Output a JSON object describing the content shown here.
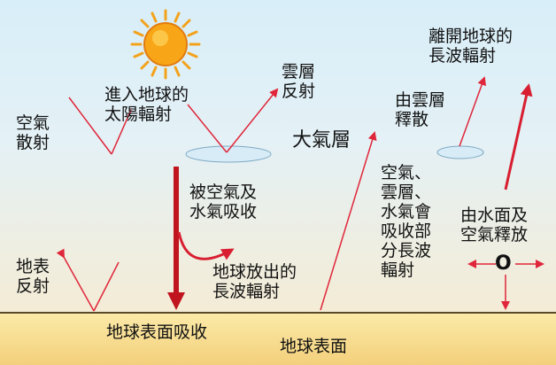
{
  "labels": {
    "air_scatter": "空氣\n散射",
    "incoming_solar": "進入地球的\n太陽輻射",
    "cloud_reflect": "雲層\n反射",
    "atmosphere": "大氣層",
    "cloud_scatter": "由雲層\n釋散",
    "outgoing_longwave": "離開地球的\n長波輻射",
    "absorbed_air_vapor": "被空氣及\n水氣吸收",
    "cloud_absorb": "空氣、\n雲層、\n水氣會\n吸收部\n分長波\n輻射",
    "water_air_release": "由水面及\n空氣釋放",
    "surface_reflect": "地表\n反射",
    "earth_longwave": "地球放出的\n長波輻射",
    "surface_absorb": "地球表面吸收",
    "earth_surface": "地球表面",
    "release_symbol": "O"
  },
  "colors": {
    "arrow_thin": "#e0263a",
    "arrow_thick": "#c0141f",
    "sun": "#f6a21a",
    "cloud": "#d7ecf7",
    "sky": "#d8eef8",
    "ground": "#f3cf7a"
  },
  "icons": [
    "sun-icon",
    "cloud-icon",
    "arrow-icon"
  ]
}
